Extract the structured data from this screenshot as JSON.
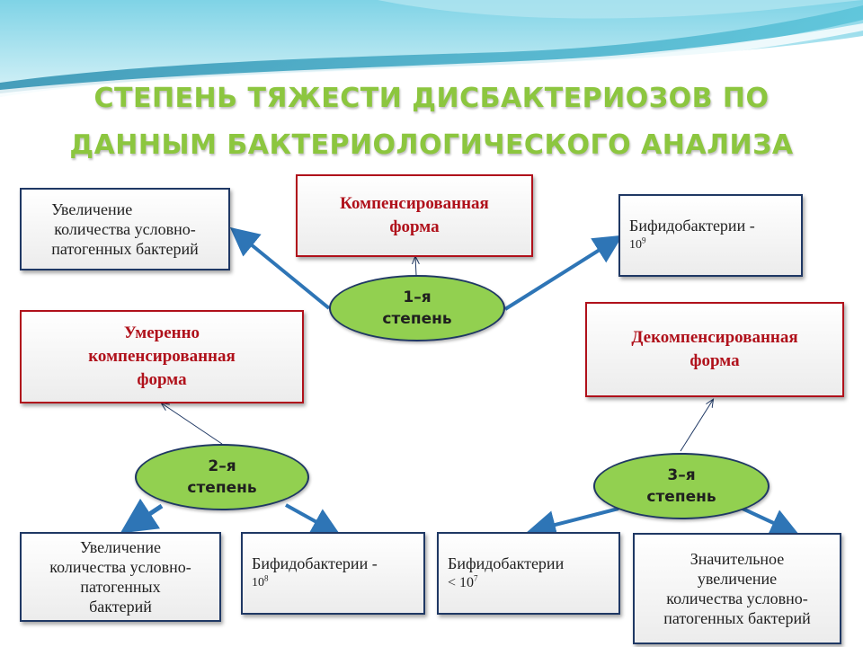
{
  "slide": {
    "title_line1": "СТЕПЕНЬ ТЯЖЕСТИ ДИСБАКТЕРИОЗОВ ПО",
    "title_line2": "ДАННЫМ БАКТЕРИОЛОГИЧЕСКОГО АНАЛИЗА"
  },
  "degree1": {
    "label_line1": "1–я",
    "label_line2": "степень",
    "form_line1": "Компенсированная",
    "form_line2": "форма",
    "left_line1": "Увеличение",
    "left_line2": "количества условно-",
    "left_line3": "патогенных бактерий",
    "right_text": "Бифидобактерии -",
    "right_exp_base": "10",
    "right_exp_power": "9"
  },
  "degree2": {
    "label_line1": "2–я",
    "label_line2": "степень",
    "form_line1": "Умеренно",
    "form_line2": "компенсированная",
    "form_line3": "форма",
    "left_line1": "Увеличение",
    "left_line2": "количества условно-",
    "left_line3": "патогенных",
    "left_line4": "бактерий",
    "right_text": "Бифидобактерии -",
    "right_exp_base": "10",
    "right_exp_power": "8"
  },
  "degree3": {
    "label_line1": "3–я",
    "label_line2": "степень",
    "form_line1": "Декомпенсированная",
    "form_line2": "форма",
    "left_text": "Бифидобактерии",
    "left_exp_base": "< 10",
    "left_exp_power": "7",
    "right_line1": "Значительное",
    "right_line2": "увеличение",
    "right_line3": "количества условно-",
    "right_line4": "патогенных бактерий"
  },
  "colors": {
    "title": "#8cc63f",
    "ellipse_fill": "#92d050",
    "box_border_blue": "#1f3864",
    "box_border_red": "#b0111b",
    "arrow": "#2e75b6"
  }
}
